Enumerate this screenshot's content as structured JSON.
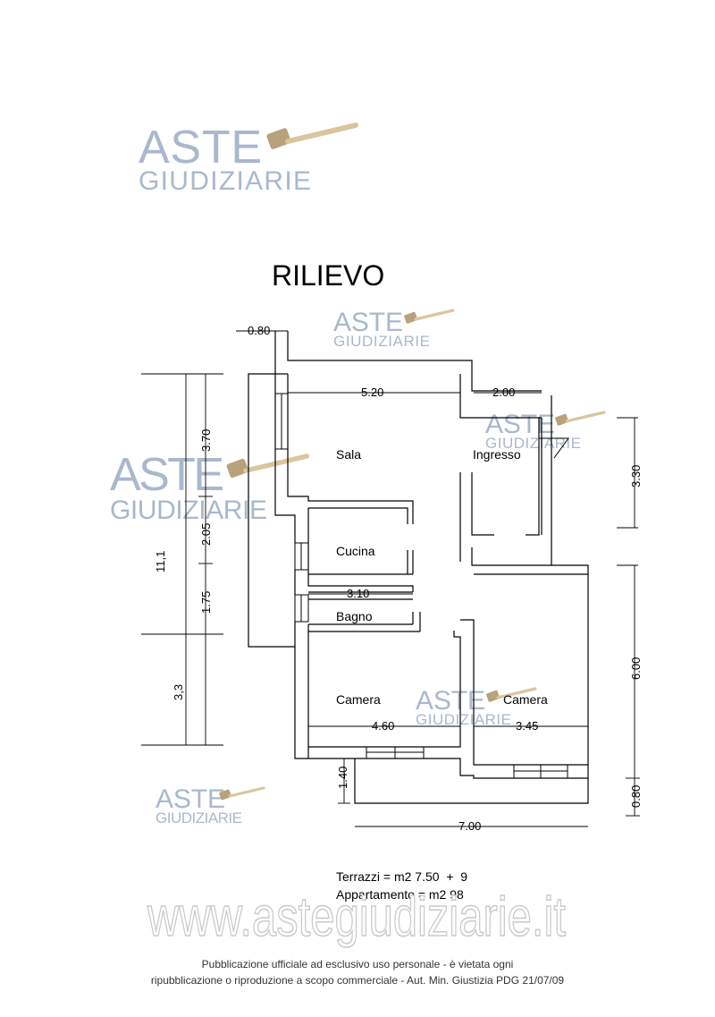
{
  "title": "RILIEVO",
  "watermark": {
    "line1": "ASTE",
    "line2": "GIUDIZIARIE",
    "color": "#a9b8cd"
  },
  "rooms": {
    "sala": "Sala",
    "ingresso": "Ingresso",
    "cucina": "Cucina",
    "bagno": "Bagno",
    "camera_left": "Camera",
    "camera_right": "Camera"
  },
  "dimensions": {
    "d_080_top": "0.80",
    "d_520": "5.20",
    "d_200": "2.00",
    "d_370": "3.70",
    "d_205": "2.05",
    "d_175": "1.75",
    "d_111": "11,1",
    "d_33": "3,3",
    "d_310": "3.10",
    "d_330": "3.30",
    "d_600": "6.00",
    "d_460": "4.60",
    "d_345": "3.45",
    "d_140": "1.40",
    "d_080_right": "0.80",
    "d_700": "7.00"
  },
  "notes": {
    "terrazzi": "Terrazzi = m2 7.50  +  9",
    "appartamento": "Appartamento = m2 98"
  },
  "website": "www.astegiudiziarie.it",
  "footer": {
    "line1": "Pubblicazione ufficiale ad esclusivo uso personale - è vietata ogni",
    "line2": "ripubblicazione o riproduzione a scopo commerciale - Aut. Min. Giustizia PDG 21/07/09"
  }
}
